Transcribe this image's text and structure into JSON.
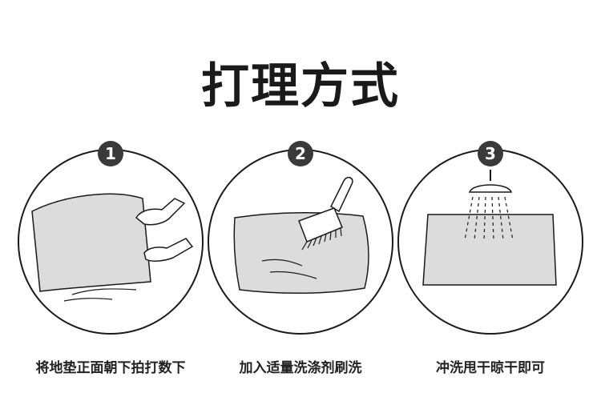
{
  "title": "打理方式",
  "steps": [
    {
      "number": "1",
      "caption": "将地垫正面朝下拍打数下",
      "icon": "hands-beating-mat-icon"
    },
    {
      "number": "2",
      "caption": "加入适量洗涤剂刷洗",
      "icon": "brush-scrubbing-mat-icon"
    },
    {
      "number": "3",
      "caption": "冲洗甩干晾干即可",
      "icon": "shower-rinsing-mat-icon"
    }
  ],
  "colors": {
    "stroke": "#1a1a1a",
    "mat_fill": "#dcdcdc",
    "badge": "#3a3a3a"
  }
}
